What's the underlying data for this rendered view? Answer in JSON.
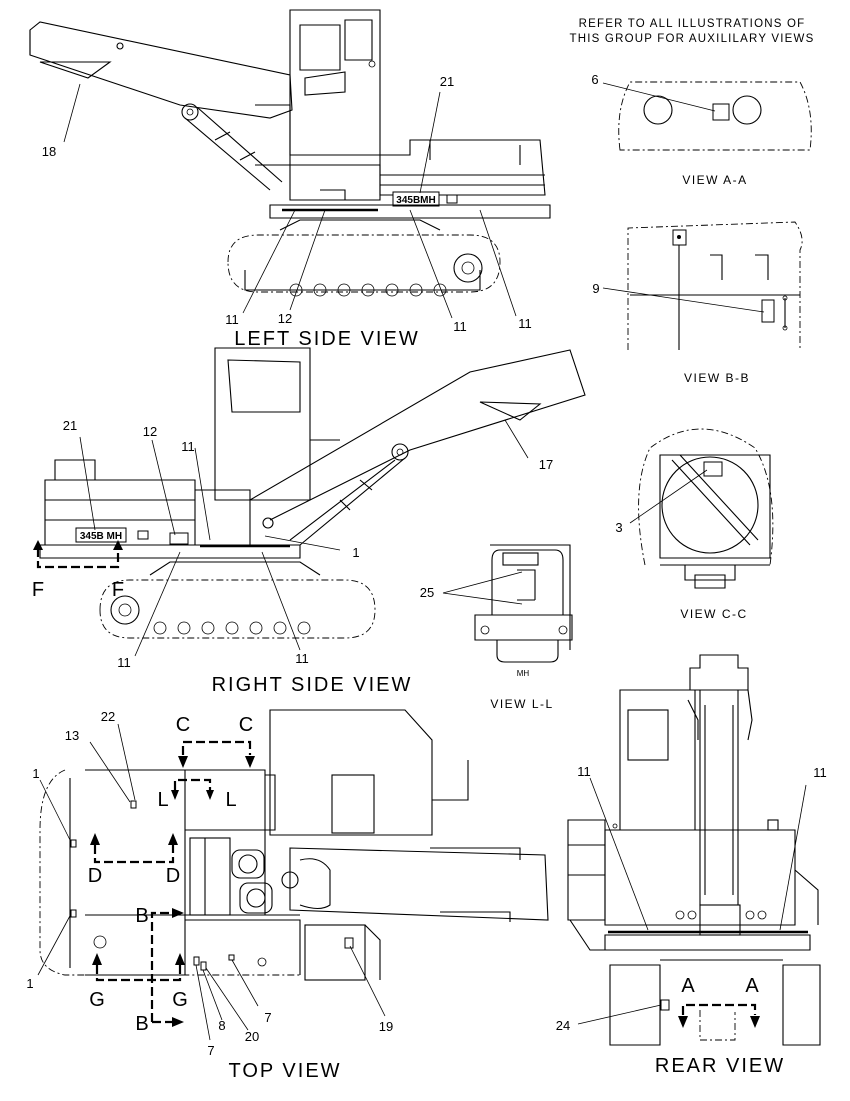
{
  "note": {
    "line1": "REFER TO ALL ILLUSTRATIONS OF",
    "line2": "THIS GROUP FOR AUXILILARY VIEWS"
  },
  "view_titles": {
    "left_side": "LEFT SIDE VIEW",
    "right_side": "RIGHT SIDE VIEW",
    "top": "TOP VIEW",
    "rear": "REAR VIEW",
    "view_aa": "VIEW A-A",
    "view_bb": "VIEW B-B",
    "view_cc": "VIEW C-C",
    "view_ll": "VIEW L-L"
  },
  "model_badge": {
    "left": "345BMH",
    "right": "345B MH",
    "ll": "MH"
  },
  "callouts": {
    "left_side": [
      "18",
      "21",
      "11",
      "12",
      "11",
      "11"
    ],
    "right_side": [
      "21",
      "12",
      "11",
      "17",
      "1",
      "11",
      "11"
    ],
    "view_aa": [
      "6"
    ],
    "view_bb": [
      "9"
    ],
    "view_cc": [
      "3"
    ],
    "view_ll": [
      "25"
    ],
    "top": [
      "22",
      "13",
      "1",
      "1",
      "7",
      "8",
      "20",
      "7",
      "19"
    ],
    "rear": [
      "11",
      "11",
      "24"
    ]
  },
  "section_letters": {
    "f": "F",
    "c": "C",
    "l": "L",
    "d": "D",
    "b": "B",
    "g": "G",
    "a": "A"
  }
}
